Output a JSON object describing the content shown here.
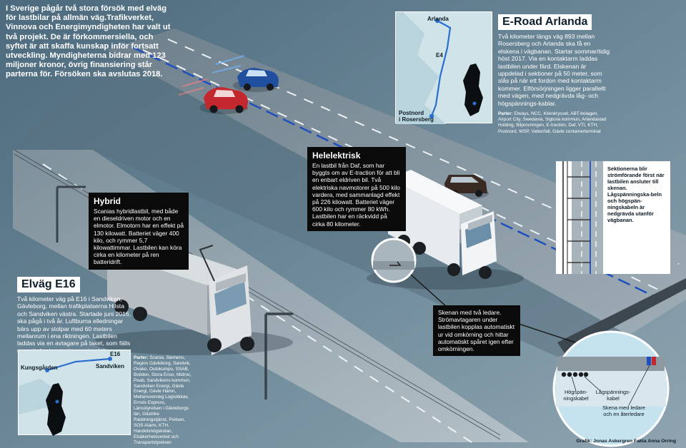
{
  "intro": {
    "text": "I Sverige pågår två stora försök med elväg för lastbilar på allmän väg.Trafikverket, Vinnova och Energimyndigheten har valt ut två projekt. De är förkommersiella, och syftet är att skaffa kunskap inför fortsatt utveckling. Myndigheterna bidrar med 123 miljoner kronor, övrig finansiering står parterna för. Försöken ska avslutas 2018."
  },
  "eroad": {
    "title": "E-Road Arlanda",
    "body": "Två kilometer längs väg 893 mellan Rosersberg och Arlanda ska få en elskena i vägbanan. Startar sommar/tidig höst 2017. Via en kontaktarm laddas lastbilen under färd. Elskenan är uppdelad i sektioner på 50 meter, som slås på när ett fordon med kontaktarm kommer. Elförsörjningen ligger parallellt med vägen, med nedgrävda låg- och högspännings-kablar.",
    "partners_label": "Parter:",
    "partners": "Elways, NCC, Kilenkrysset, ABT-bolagen, Airport City, Swedavia, Sigtuna kommun, Arlandastad Holding, Bilprovningen, E-traction, Daf, VTI, KTH, Postnord, WSP, Vattenfall, Gävle containerterminal",
    "map": {
      "arlanda": "Arlanda",
      "road": "E4",
      "postnord": "Postnord",
      "rosersberg": "i Rosersberg"
    }
  },
  "e16": {
    "title": "Elväg E16",
    "body": "Två kilometer väg på E16 i Sandviken, Gävleborg, mellan trafikplatserna Hilsta och Sandviken västra. Startade juni 2016, ska pågå i två år. Luftburna elledningar bärs upp av stolpar med 60 meters mellanrum i ena riktningen. Lastbilen laddas via en avtagare på taket, som fälls upp när fordonet närmar sig elvägen.",
    "partners_label": "Parter:",
    "partners": "Scania, Siemens, Region Gävleborg, Sandvik, Ovako, Outokumpu, SSAB, Boliden, Stora Enso, Midroc, Peab, Sandvikens kommun, Sandviken Energi, Gävle Energi, Gävle Hamn, Mellansvenskg Logistikkav, Ernsts Express, Länsstyrelsen i Gävleborgs län, Gästrike Räddningstjänst, Polisen, SOS Alarm, KTH, Handelshögskolan, Elsäkerhetsverket och Transportstyrelsen",
    "map": {
      "road": "E16",
      "kungsgarden": "Kungsgården",
      "sandviken": "Sandviken"
    }
  },
  "hybrid": {
    "title": "Hybrid",
    "body": "Scanias hybridlastbil, med både en dieseldriven motor och en elmotor. Elmotorn har en effekt på 130 kilowatt. Batteriet väger 400 kilo, och rymmer 5,7 kilowattimmar. Lastbilen kan köra cirka en kilometer på ren batteridrift."
  },
  "helelektrisk": {
    "title": "Helelektrisk",
    "body": "En lastbil från Daf, som har byggts om av E-traction för att bli en enbart eldriven bil. Två elektriska navmotorer på 500 kilo vardera, med sammanlagd effekt på 226 kilowatt. Batteriet väger 600 kilo och rymmer 80 kWh. Lastbilen har en räckvidd på cirka 80 kilometer."
  },
  "skenan": {
    "text": "Skenan med två ledare. Strömavtagaren under lastbilen kopplas automatiskt ur vid omkörning och hittar automatiskt spåret igen efter omkörningen."
  },
  "sektion": {
    "text": "Sektionerna blir strömförande först när lastbilen ansluter till skenan. Lågspänningska-beln och högspän-ningskabeln är nedgrävda utanför vägbanan."
  },
  "cross_section": {
    "hv": "Högspän-ningskabel",
    "lv": "Lågspännings-kabel",
    "rail": "Skena med ledare och en återledare"
  },
  "credit": "Grafik: Jonas Askergren  Fakta Anna Orring",
  "colors": {
    "background": "#5f7c8e",
    "road": "#98a6b0",
    "road_far": "#7f909c",
    "rail_blue": "#1f4fbf",
    "map_water": "#cfe3e9",
    "route": "#2a6fcf",
    "callout": "#0a0a0a"
  }
}
